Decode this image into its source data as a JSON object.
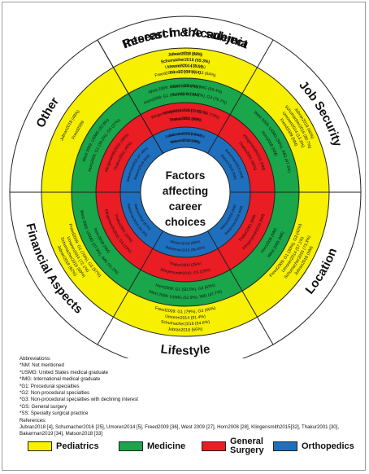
{
  "center": {
    "lines": [
      "Factors",
      "affecting",
      "career",
      "choices"
    ]
  },
  "colors": {
    "pediatrics": "#f7f000",
    "medicine": "#1aa64a",
    "surgery": "#ea1c24",
    "orthopedics": "#1f6fbf",
    "outer_ring": "#ffffff",
    "center": "#ffffff"
  },
  "sectors": [
    {
      "name": "Interest in the subject",
      "start": -30,
      "end": 30,
      "ped": [
        "Jubran2018 (62%)",
        "Schumacher2016 (63.3%)",
        "Umoren2014 (NM)",
        "Freed2009: G1 (64%), G3 (64%)"
      ],
      "med": [
        "West 2009: USMG (62.8%), IMG (66.4%)",
        "Horn2008: G1 (70.5%), G2 (4.2%), G3 (76.7%)"
      ],
      "surg": [
        "Klingensmith2015: GS (72%), SS (73%)",
        "Thakur2001 (80%)"
      ],
      "orth": [
        "Bakarman2019 (44.42%)",
        "Matson2018 (88%)"
      ]
    },
    {
      "name": "Job Security",
      "start": 30,
      "end": 90,
      "ped": [
        "Jubran2018 (60%)",
        "Schumacher2016 (80.7%)",
        "Umoren2014 (13.3%)",
        "Freed2009 (NM)"
      ],
      "med": [
        "West 2009: USMG (36%), IMG (47.3%)",
        "Horn2008 (NM)"
      ],
      "surg": [
        "Klingensmith2015 (NM)",
        "Thakur2001 (40%)"
      ],
      "orth": [
        "Bakarman2019 (NM)",
        "Matson2018 (NM)"
      ]
    },
    {
      "name": "Location",
      "start": 90,
      "end": 150,
      "ped": [
        "Jubran2018 (NM)",
        "Schumacher2016 (73.3%)",
        "Umoren2014 (57.1%)",
        "Freed2009: G1 (30%), G3 (42%)"
      ],
      "med": [
        "West 2009 (NM)",
        "Horn2008 (NM)"
      ],
      "surg": [
        "Klingensmith2015 (NM)",
        "Thakur2001 (NM)"
      ],
      "orth": [
        "Bakarman2019 (NM)",
        "Matson2018 (NM)"
      ]
    },
    {
      "name": "Lifestyle",
      "start": 150,
      "end": 210,
      "ped": [
        "Jubran2018 (66%)",
        "Schumacher2016 (84.6%)",
        "Umoren2014 (91.4%)",
        "Freed2009: G1 (79%), G3 (66%)"
      ],
      "med": [
        "West 2009: USMG (52.9%), IMG (47.7%)",
        "Horn2008: G1 (50.5%), G3 (63%)"
      ],
      "surg": [
        "Klingensmith2015: GS (15%)",
        "Thakur2001 (35%)"
      ],
      "orth": [
        "Bakarman2019 (38.46%)",
        "Matson2018 (80%)"
      ]
    },
    {
      "name": "Financial Aspects",
      "start": 210,
      "end": 270,
      "ped": [
        "Jubran2018 (62%)",
        "Schumacher2016 (69%)",
        "Umoren2014 (72.1%)",
        "Freed2009: G1 (70%), G3 (57%)"
      ],
      "med": [
        "West 2009: USMG (27.9%), IMG (41.2%)",
        "Horn2008 (NM)"
      ],
      "surg": [
        "Klingensmith2015: GS (15%)",
        "Thakur2001 (10%)"
      ],
      "orth": [
        "Bakarman2019 (44.3%)",
        "Matson2018 (67%)"
      ]
    },
    {
      "name": "Other",
      "start": 270,
      "end": 330,
      "ped": [
        "Jubran2018 (48%)",
        "Freed2009"
      ],
      "med": [
        "West 2009: USMG (32.8%)",
        "Horn2008: G1 (34.2%), G3 (37%)"
      ],
      "surg": [
        "Klingensmith2015: (40%)",
        "Thakur2001 (45%)"
      ],
      "orth": [
        "Bakarman2019 (47.46%)",
        "Matson2018 (NM)"
      ]
    },
    {
      "name": "Research & Academia",
      "start": 330,
      "end": 390,
      "ped": [
        "Jubran2018 (NM)",
        "Schumacher2016 (65.3%)",
        "Umoren2014 (36.1%)",
        "Freed2009 (NM)"
      ],
      "med": [
        "West 2009 (NM)",
        "Horn2008 (NM)"
      ],
      "surg": [
        "Klingensmith2015: (25%)",
        "Thakur2001 (NM)"
      ],
      "orth": [
        "Bakarman2019 (NM)",
        "Matson2018 (NM)"
      ]
    }
  ],
  "abbreviations": {
    "title": "Abbreviations:",
    "items": [
      "*NM: Not mentioned",
      "*USMG: United States medical graduate",
      "*IMG: International medical graduate",
      "*G1: Procedural specialties",
      "*G2: Non-procedural specialties",
      "*G3: Non-procedural specialties with declining interest",
      "*GS: General surgery",
      "*SS: Specialty surgical practice"
    ],
    "references_title": "References:",
    "references": "Jubran2018 [4], Schumacher2016 [25], Umoren2014 [5], Freed2009 [36], West 2009 [27], Horn2008 [28], Klingensmith2015[32], Thakur2001 [30], Bakarman2019 [34], Matson2018 [33]"
  },
  "legend": [
    {
      "label": "Pediatrics",
      "color": "#f7f000"
    },
    {
      "label": "Medicine",
      "color": "#1aa64a"
    },
    {
      "label": "General Surgery",
      "color": "#ea1c24"
    },
    {
      "label": "Orthopedics",
      "color": "#1f6fbf"
    }
  ]
}
